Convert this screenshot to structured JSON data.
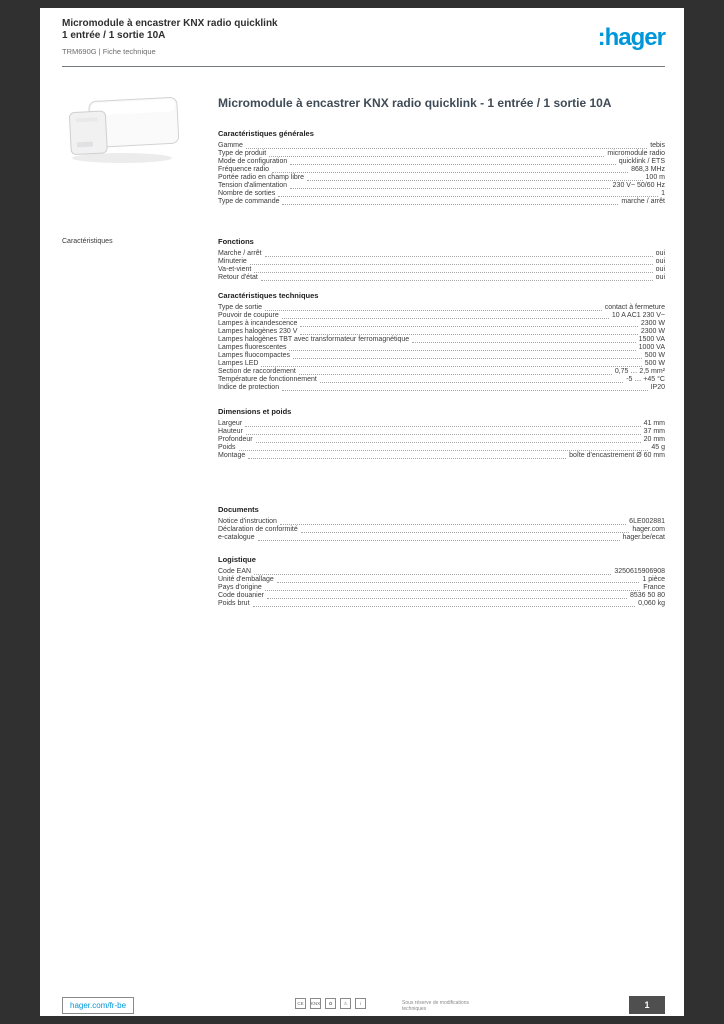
{
  "page": {
    "number": "1",
    "accent_blue": "#0097da"
  },
  "header": {
    "title_line1": "Micromodule à encastrer KNX radio quicklink",
    "title_line2": "1 entrée / 1 sortie 10A",
    "reference": "TRM690G | Fiche technique",
    "logo": ":hager"
  },
  "product": {
    "title": "Micromodule à encastrer KNX radio quicklink - 1 entrée / 1 sortie 10A"
  },
  "sections": [
    {
      "id": "generales",
      "header": "Caractéristiques générales",
      "rows": [
        {
          "label": "Gamme",
          "value": "tebis"
        },
        {
          "label": "Type de produit",
          "value": "micromodule radio"
        },
        {
          "label": "Mode de configuration",
          "value": "quicklink / ETS"
        },
        {
          "label": "Fréquence radio",
          "value": "868,3 MHz"
        },
        {
          "label": "Portée radio en champ libre",
          "value": "100 m"
        },
        {
          "label": "Tension d'alimentation",
          "value": "230 V~ 50/60 Hz"
        },
        {
          "label": "Nombre de sorties",
          "value": "1"
        },
        {
          "label": "Type de commande",
          "value": "marche / arrêt"
        }
      ]
    },
    {
      "id": "fonctions",
      "margin_label": "Caractéristiques",
      "header": "Fonctions",
      "rows": [
        {
          "label": "Marche / arrêt",
          "value": "oui"
        },
        {
          "label": "Minuterie",
          "value": "oui"
        },
        {
          "label": "Va-et-vient",
          "value": "oui"
        },
        {
          "label": "Retour d'état",
          "value": "oui"
        }
      ]
    },
    {
      "id": "techniques",
      "header": "Caractéristiques techniques",
      "rows": [
        {
          "label": "Type de sortie",
          "value": "contact à fermeture"
        },
        {
          "label": "Pouvoir de coupure",
          "value": "10 A AC1 230 V~"
        },
        {
          "label": "Lampes à incandescence",
          "value": "2300 W"
        },
        {
          "label": "Lampes halogènes 230 V",
          "value": "2300 W"
        },
        {
          "label": "Lampes halogènes TBT avec transformateur ferromagnétique",
          "value": "1500 VA"
        },
        {
          "label": "Lampes fluorescentes",
          "value": "1000 VA"
        },
        {
          "label": "Lampes fluocompactes",
          "value": "500 W"
        },
        {
          "label": "Lampes LED",
          "value": "500 W"
        },
        {
          "label": "Section de raccordement",
          "value": "0,75 … 2,5 mm²"
        },
        {
          "label": "Température de fonctionnement",
          "value": "-5 … +45 °C"
        },
        {
          "label": "Indice de protection",
          "value": "IP20"
        }
      ]
    },
    {
      "id": "dimensions",
      "header": "Dimensions et poids",
      "rows": [
        {
          "label": "Largeur",
          "value": "41 mm"
        },
        {
          "label": "Hauteur",
          "value": "37 mm"
        },
        {
          "label": "Profondeur",
          "value": "20 mm"
        },
        {
          "label": "Poids",
          "value": "45 g"
        },
        {
          "label": "Montage",
          "value": "boîte d'encastrement Ø 60 mm"
        }
      ]
    },
    {
      "id": "documents",
      "header": "Documents",
      "rows": [
        {
          "label": "Notice d'instruction",
          "value": "6LE002881"
        },
        {
          "label": "Déclaration de conformité",
          "value": "hager.com"
        },
        {
          "label": "e-catalogue",
          "value": "hager.be/ecat"
        }
      ]
    },
    {
      "id": "logistique",
      "header": "Logistique",
      "rows": [
        {
          "label": "Code EAN",
          "value": "3250615906908"
        },
        {
          "label": "Unité d'emballage",
          "value": "1 pièce"
        },
        {
          "label": "Pays d'origine",
          "value": "France"
        },
        {
          "label": "Code douanier",
          "value": "8536 50 80"
        },
        {
          "label": "Poids brut",
          "value": "0,060 kg"
        }
      ]
    }
  ],
  "footer": {
    "link": "hager.com/fr-be",
    "note": "Sous réserve de modifications techniques",
    "icons": [
      {
        "name": "ce-mark",
        "glyph": "CE"
      },
      {
        "name": "knx-logo",
        "glyph": "KNX"
      },
      {
        "name": "recycling",
        "glyph": "♻"
      },
      {
        "name": "weee-bin",
        "glyph": "⚠"
      },
      {
        "name": "manual-info",
        "glyph": "i"
      }
    ]
  }
}
